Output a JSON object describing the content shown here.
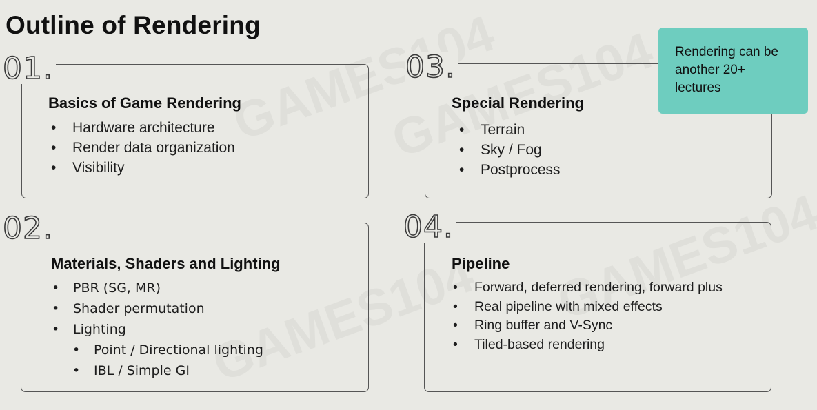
{
  "title": "Outline of Rendering",
  "sections": [
    {
      "number": "01.",
      "heading": "Basics of Game Rendering",
      "items": [
        "Hardware architecture",
        "Render data organization",
        "Visibility"
      ]
    },
    {
      "number": "02.",
      "heading": "Materials, Shaders and Lighting",
      "items": [
        "PBR (SG, MR)",
        "Shader permutation",
        "Lighting"
      ],
      "subitems": [
        "Point / Directional lighting",
        "IBL / Simple GI"
      ]
    },
    {
      "number": "03.",
      "heading": "Special Rendering",
      "items": [
        "Terrain",
        "Sky / Fog",
        "Postprocess"
      ]
    },
    {
      "number": "04.",
      "heading": "Pipeline",
      "items": [
        "Forward, deferred rendering, forward plus",
        "Real pipeline with mixed effects",
        "Ring buffer and V-Sync",
        "Tiled-based rendering"
      ]
    }
  ],
  "callout": {
    "text": "Rendering can be another 20+ lectures",
    "color": "#6ecdbf"
  },
  "watermark": "GAMES104"
}
